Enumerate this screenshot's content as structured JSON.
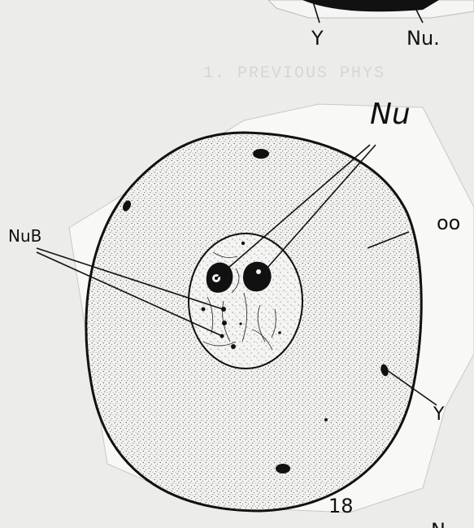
{
  "labels": {
    "top_y": "Y",
    "top_nu": "Nu.",
    "ghost_text": "1.  PREVIOUS PHYS",
    "nu": "Nu",
    "oo": "oo",
    "nub": "NuB",
    "y": "Y",
    "fig_number": "18",
    "bottom_partial": "N"
  },
  "colors": {
    "paper": "#eeeeee",
    "cutout": "#f7f7f5",
    "ink": "#111111",
    "stipple": "#222222"
  }
}
